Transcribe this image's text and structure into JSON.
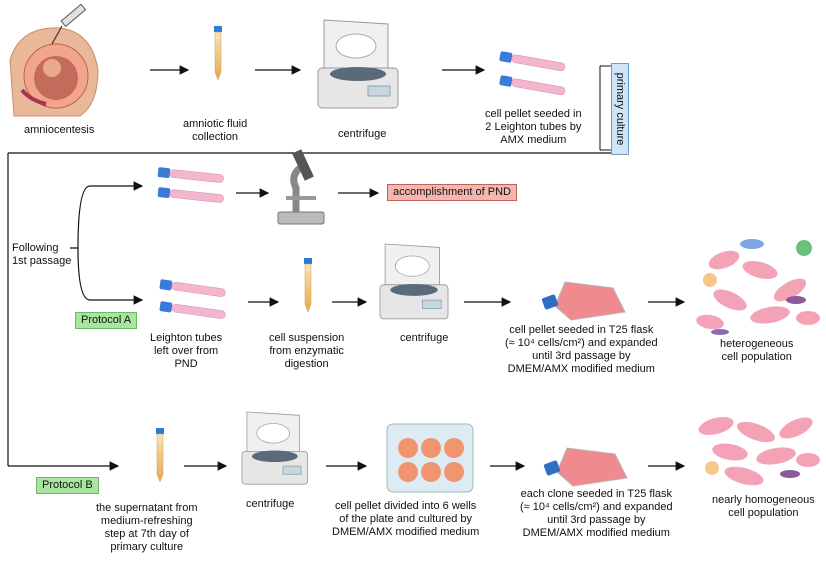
{
  "steps": {
    "amniocentesis": "amniocentesis",
    "amniotic_fluid": [
      "amniotic fluid",
      "collection"
    ],
    "centrifuge_top": "centrifuge",
    "seeded_leighton": [
      "cell pellet seeded in",
      "2 Leighton tubes by",
      "AMX medium"
    ],
    "primary_culture": "primary culture",
    "accomplishment": "accomplishment of PND",
    "following": [
      "Following",
      "1st passage"
    ],
    "protocol_a": "Protocol A",
    "protocol_b": "Protocol B",
    "leighton_leftover": [
      "Leighton tubes",
      "left over from",
      "PND"
    ],
    "cell_suspension": [
      "cell suspension",
      "from enzymatic",
      "digestion"
    ],
    "centrifuge_a": "centrifuge",
    "t25_a": [
      "cell pellet seeded in T25 flask",
      "(≈ 10⁴ cells/cm²) and expanded",
      "until 3rd passage by",
      "DMEM/AMX modified medium"
    ],
    "heterogeneous": [
      "heterogeneous",
      "cell population"
    ],
    "supernatant": [
      "the supernatant from",
      "medium-refreshing",
      "step at 7th day of",
      "primary culture"
    ],
    "centrifuge_b": "centrifuge",
    "six_wells": [
      "cell pellet divided into 6 wells",
      "of the plate and cultured by",
      "DMEM/AMX modified medium"
    ],
    "t25_b": [
      "each clone seeded in T25 flask",
      "(≈ 10⁴ cells/cm²) and expanded",
      "until 3rd passage by",
      "DMEM/AMX modified medium"
    ],
    "homogeneous": [
      "nearly homogeneous",
      "cell population"
    ]
  },
  "icons": [
    "syringe-icon",
    "pregnant-abdomen-icon",
    "falcon-tube-icon",
    "centrifuge-icon",
    "leighton-tube-icon",
    "microscope-icon",
    "t25-flask-icon",
    "six-well-plate-icon",
    "cell-population-icon"
  ],
  "colors": {
    "pink": "#f28aa6",
    "tube_cap": "#3b7ad9",
    "fluid": "#f2c872",
    "red_tag": "#f6b6b0",
    "green_tag": "#a8e6a0",
    "blue_tag": "#cfe4f7",
    "well": "#f0956f"
  }
}
